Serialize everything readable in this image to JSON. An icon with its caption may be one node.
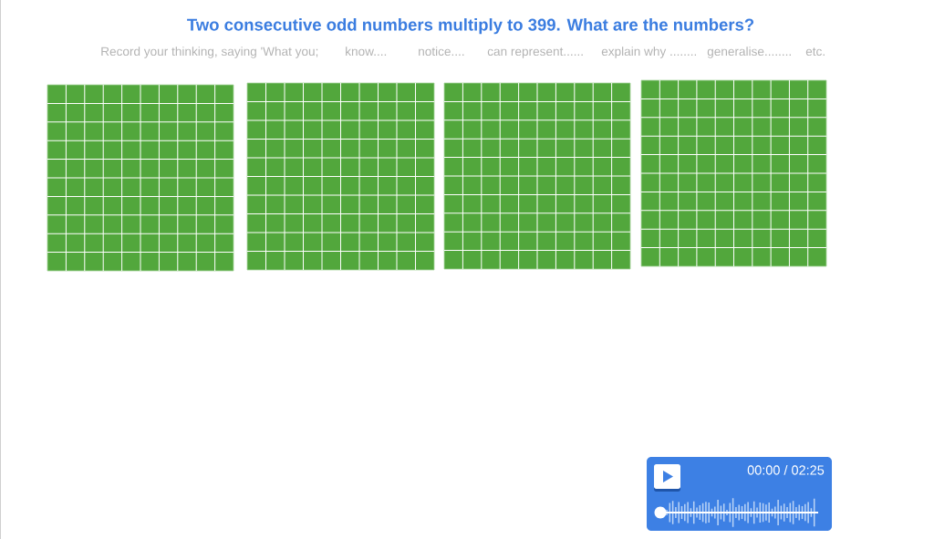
{
  "diagram": {
    "title": "Two consecutive odd numbers multiply to 399. What are the numbers?",
    "nodes": [
      {
        "text": [],
        "shape": "grid"
      },
      {
        "text": [],
        "shape": "grid"
      },
      {
        "text": [],
        "shape": "grid"
      },
      {
        "text": [],
        "shape": "grid"
      },
      {
        "text": [
          "00:00 / 02:25"
        ]
      }
    ],
    "labels": [
      "Record your thinking, saying 'What you;",
      "know....",
      "notice....",
      "can represent......",
      "explain why ........",
      "generalise........",
      "etc."
    ]
  }
}
